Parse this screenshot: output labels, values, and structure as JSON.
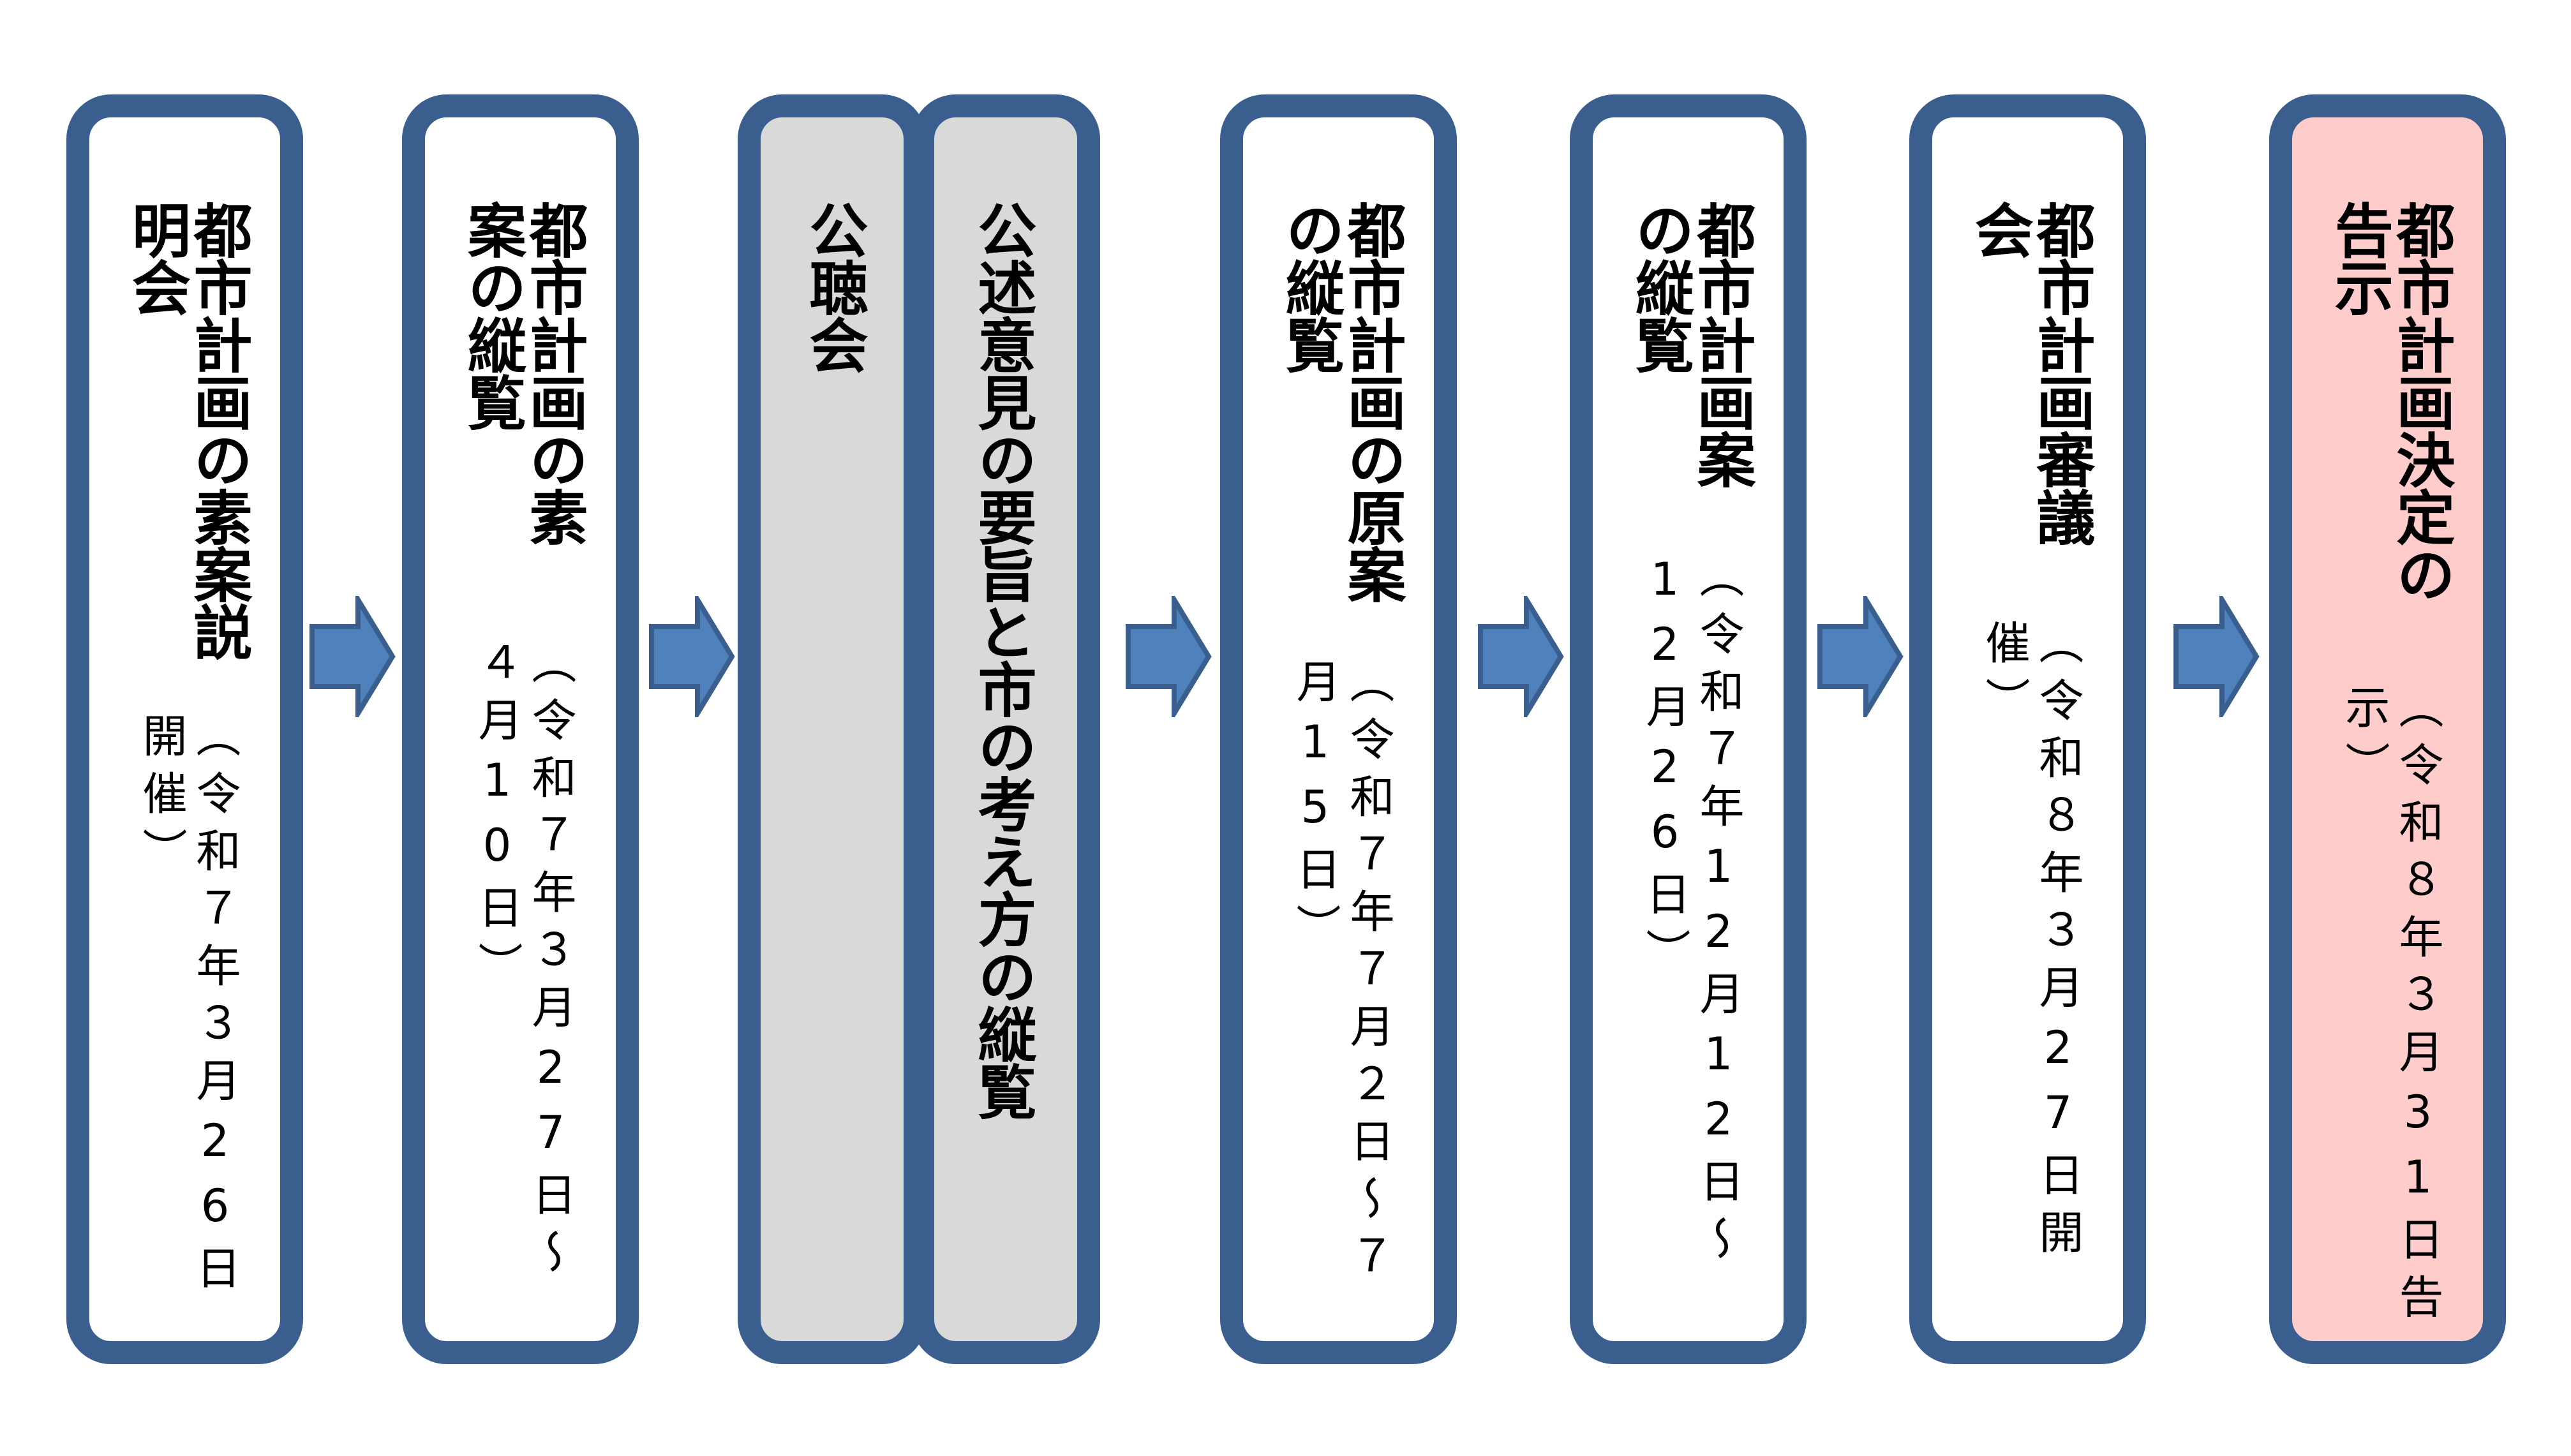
{
  "steps": [
    {
      "title": "都市計画の素案説明会",
      "subtitle": "（令和７年３月26日開催）"
    },
    {
      "title": "都市計画の素案の縦覧",
      "subtitle": "（令和７年３月27日～４月10日）"
    },
    {
      "title": "公聴会",
      "subtitle": ""
    },
    {
      "title": "公述意見の要旨と市の考え方の縦覧",
      "subtitle": ""
    },
    {
      "title": "都市計画の原案の縦覧",
      "subtitle": "（令和７年７月２日～７月15日）"
    },
    {
      "title": "都市計画案の縦覧",
      "subtitle": "（令和７年12月12日～12月26日）"
    },
    {
      "title": "都市計画審議会",
      "subtitle": "（令和８年３月27日開催）"
    },
    {
      "title": "都市計画決定の告示",
      "subtitle": "（令和８年３月31日告示）"
    }
  ],
  "colors": {
    "border": "#3a5f8e",
    "arrow": "#4f81bd",
    "gray": "#d9d9d9",
    "highlight": "#ffcccc"
  }
}
